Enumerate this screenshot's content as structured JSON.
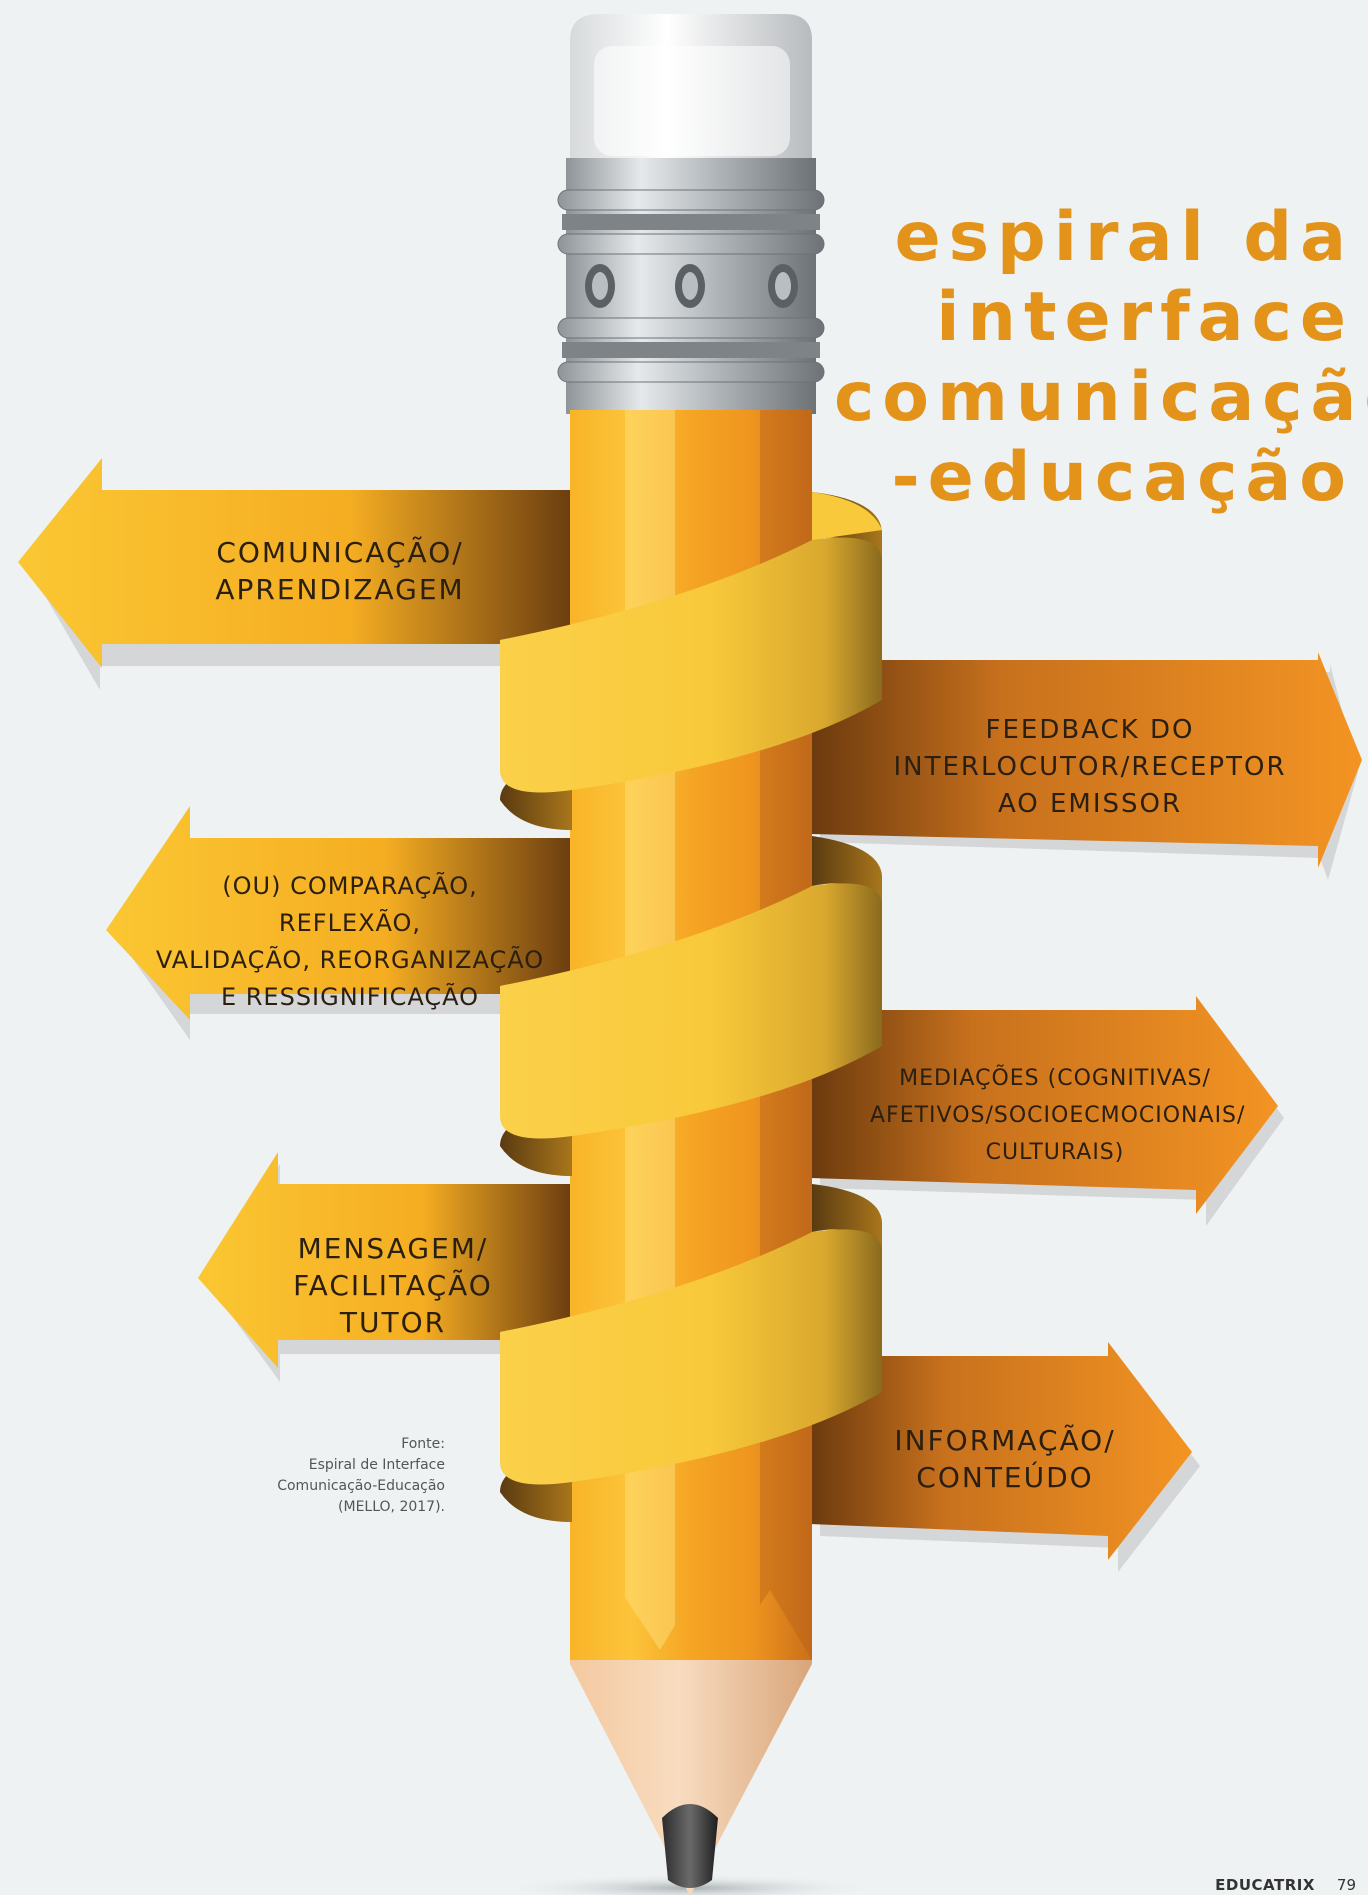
{
  "title": {
    "line1": "espiral da",
    "line2": "interface",
    "line3": "comunicação",
    "line4": "-educação"
  },
  "arrows": {
    "left": [
      {
        "lines": [
          "COMUNICAÇÃO/",
          "APRENDIZAGEM"
        ]
      },
      {
        "lines": [
          "(OU) COMPARAÇÃO, REFLEXÃO,",
          "VALIDAÇÃO, REORGANIZAÇÃO",
          "E RESSIGNIFICAÇÃO"
        ]
      },
      {
        "lines": [
          "MENSAGEM/",
          "FACILITAÇÃO TUTOR"
        ]
      }
    ],
    "right": [
      {
        "lines": [
          "FEEDBACK DO",
          "INTERLOCUTOR/RECEPTOR",
          "AO EMISSOR"
        ]
      },
      {
        "lines": [
          "MEDIAÇÕES (COGNITIVAS/",
          "AFETIVOS/SOCIOECMOCIONAIS/",
          "CULTURAIS)"
        ]
      },
      {
        "lines": [
          "INFORMAÇÃO/",
          "CONTEÚDO"
        ]
      }
    ]
  },
  "source": {
    "line1": "Fonte:",
    "line2": "Espiral de Interface",
    "line3": "Comunicação-Educação",
    "line4": "(MELLO, 2017)."
  },
  "footer": {
    "brand": "EDUCATRIX",
    "page": "79"
  },
  "colors": {
    "title": "#e3921a",
    "left_arrow": "#f7b829",
    "right_arrow": "#ee8f22",
    "pencil_body": "#f6a623",
    "ribbon": "#f8c93a",
    "background": "#eef2f3"
  }
}
